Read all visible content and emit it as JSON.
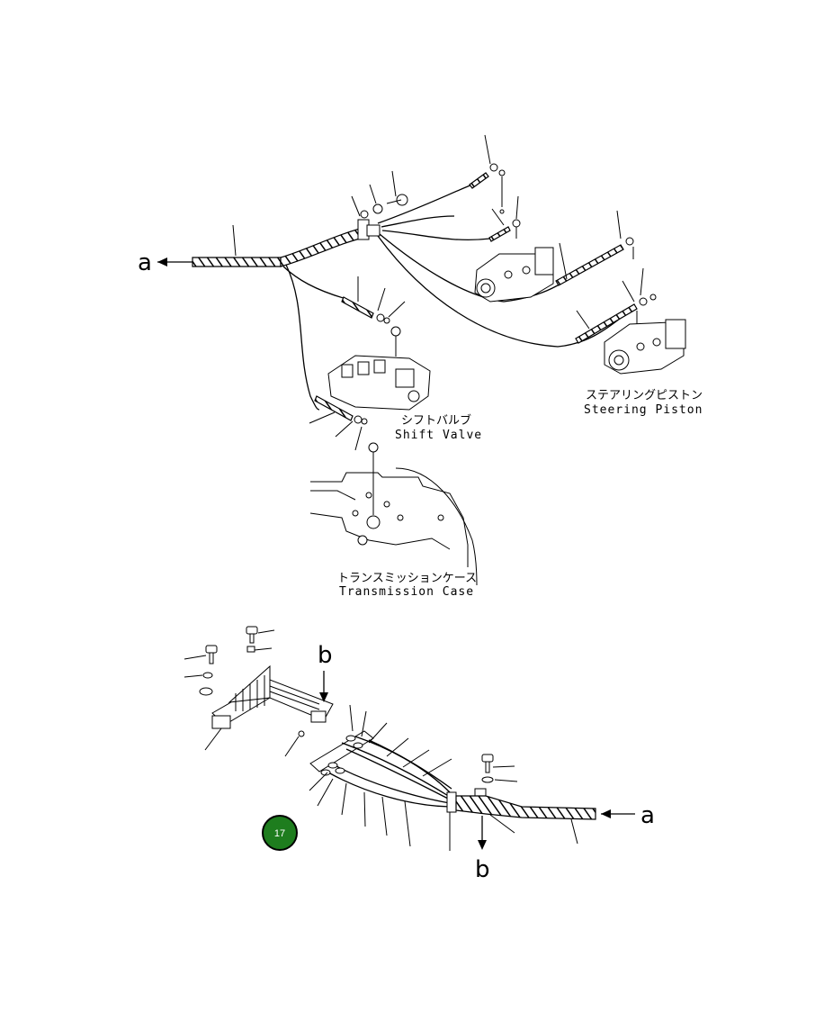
{
  "labels": {
    "steering_piston_jp": "ステアリングピストン",
    "steering_piston_en": "Steering Piston",
    "shift_valve_jp": "シフトバルブ",
    "shift_valve_en": "Shift Valve",
    "transmission_case_jp": "トランスミッションケース",
    "transmission_case_en": "Transmission Case"
  },
  "callouts": {
    "a_top": "a",
    "a_bottom": "a",
    "b_top": "b",
    "b_bottom": "b"
  },
  "page_badge": {
    "number": "17",
    "color": "#1e7d1e"
  }
}
